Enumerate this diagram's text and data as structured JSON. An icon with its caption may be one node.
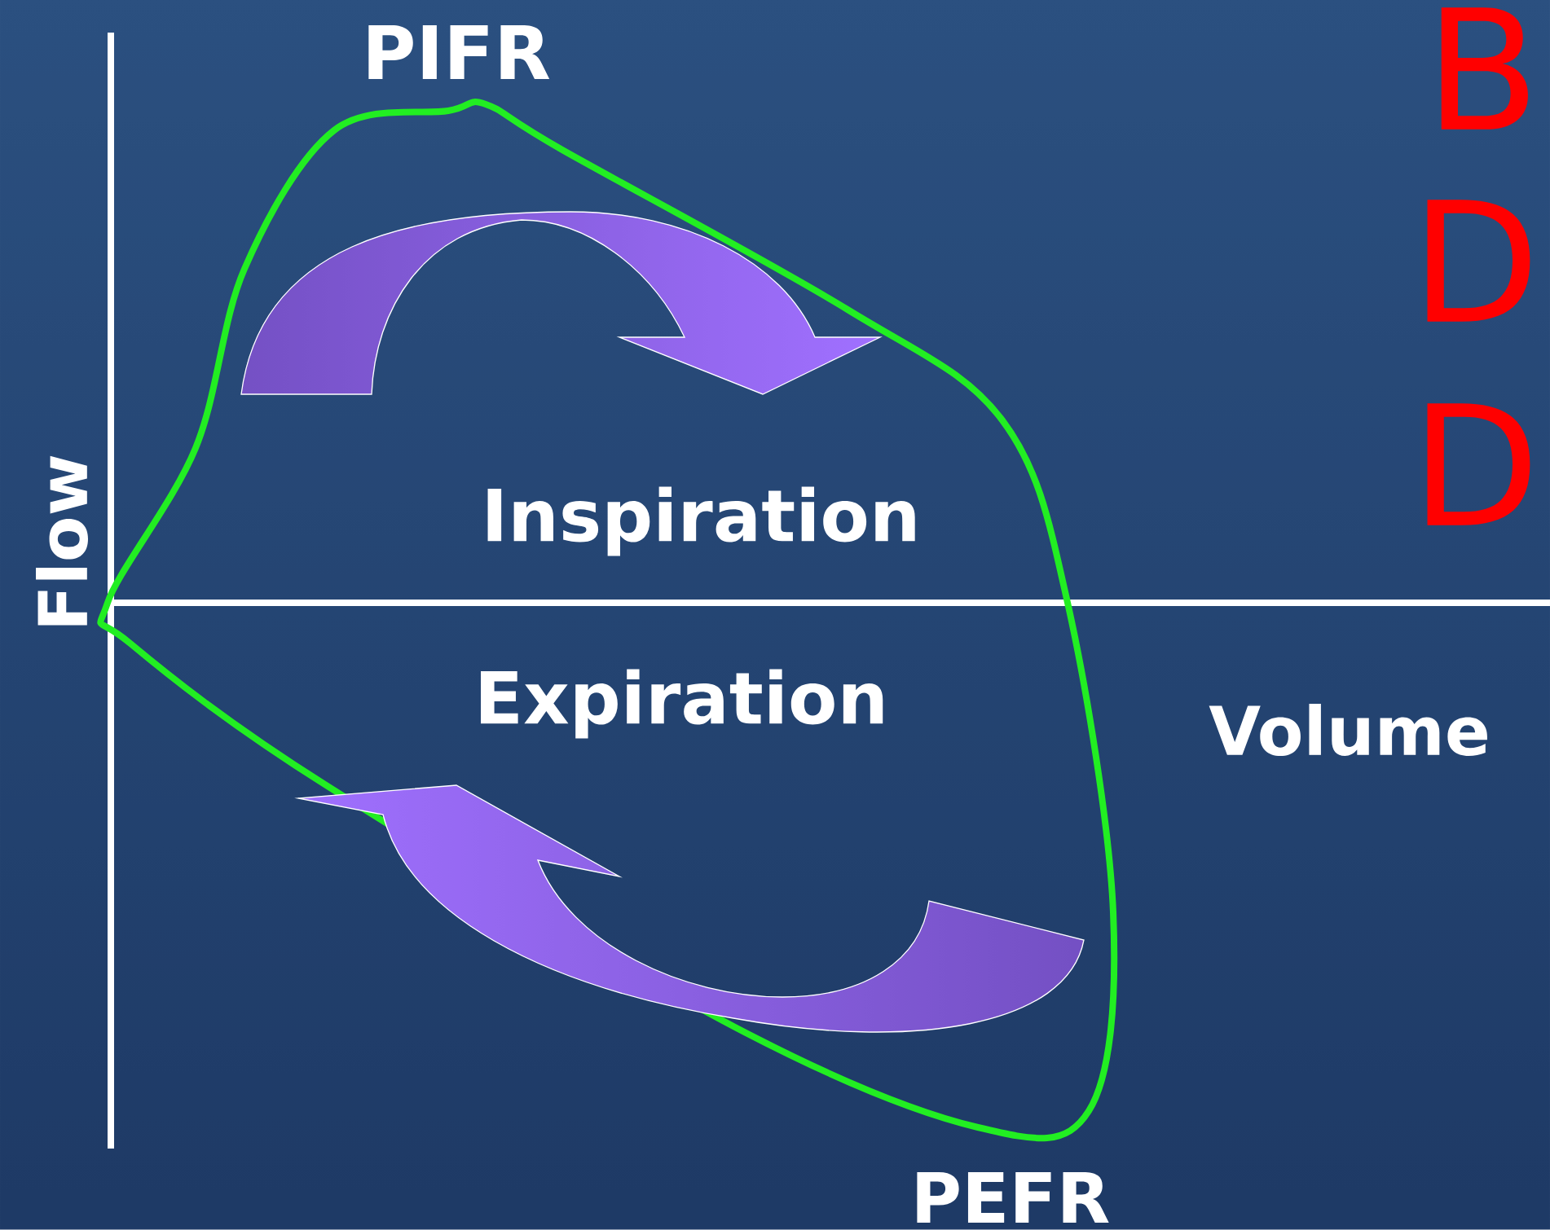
{
  "diagram": {
    "labels": [
      "PIFR",
      "B",
      "D",
      "D",
      "Flow",
      "Inspiration",
      "Expiration",
      "Volume",
      "PEFR"
    ]
  }
}
